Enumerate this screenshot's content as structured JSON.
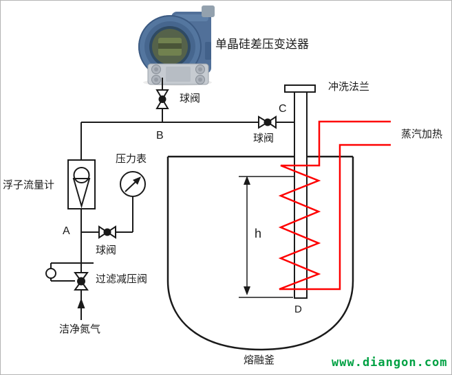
{
  "diagram": {
    "title": "单晶硅差压变送器",
    "points": {
      "a": "A",
      "b": "B",
      "c": "C",
      "d": "D",
      "h": "h"
    },
    "labels": {
      "transmitter_valve": "球阀",
      "flush_flange": "冲洗法兰",
      "vessel_valve": "球阀",
      "steam_heating": "蒸汽加热",
      "float_flowmeter": "浮子流量计",
      "pressure_gauge": "压力表",
      "gauge_valve": "球阀",
      "filter_valve": "过滤减压阀",
      "nitrogen": "洁净氮气",
      "vessel": "熔融釜"
    },
    "watermark": "www.diangon.com",
    "colors": {
      "line": "#1a1a1a",
      "steam_red": "#fe0000",
      "watermark_green": "#00a143",
      "transmitter_blue": "#54769f"
    }
  }
}
